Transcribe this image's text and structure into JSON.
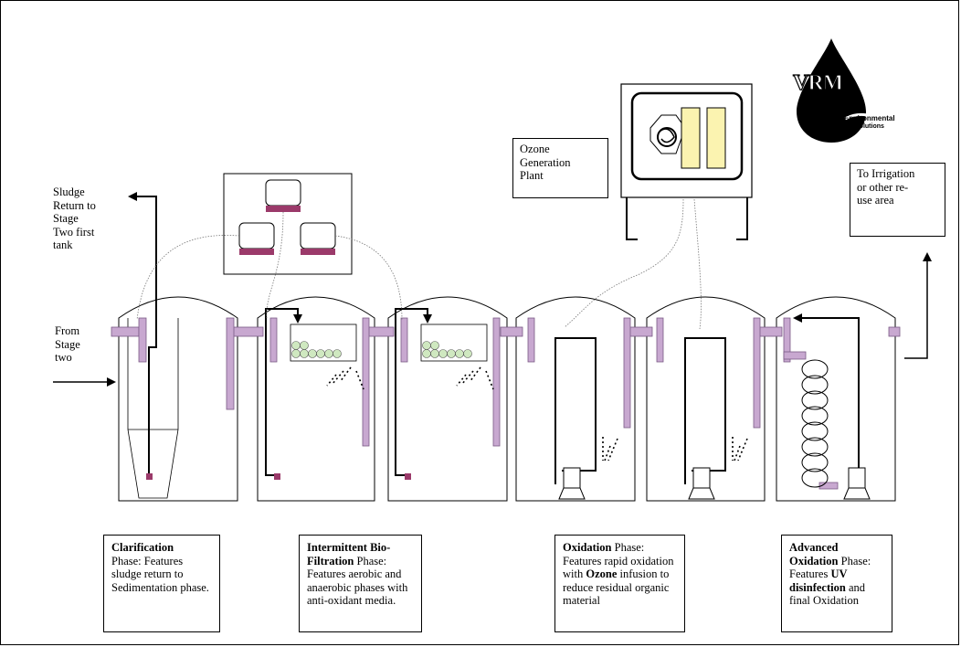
{
  "labels": {
    "sludge_return": "Sludge\nReturn to\nStage\nTwo first\ntank",
    "from_stage": "From\nStage\ntwo",
    "ozone_plant": "Ozone\nGeneration\nPlant",
    "to_irrigation": "To Irrigation\nor other re-\nuse area"
  },
  "logo": {
    "letters": "VRM",
    "line1": "Environmental",
    "line2": "Solutions"
  },
  "phases": [
    {
      "bold": "Clarification",
      "rest": "Phase:  Features sludge return to Sedimentation phase.",
      "rest_bold": "",
      "rest_end": ""
    },
    {
      "bold": "Intermittent Bio-Filtration",
      "rest": "Phase: Features aerobic and anaerobic phases with anti-oxidant media.",
      "rest_bold": "",
      "rest_end": ""
    },
    {
      "bold": "Oxidation",
      "rest": "Phase: Features rapid oxidation with",
      "rest_bold": "Ozone",
      "rest_end": "infusion to reduce residual organic material"
    },
    {
      "bold": "Advanced Oxidation",
      "rest": "Phase: Features",
      "rest_bold": "UV disinfection",
      "rest_end": "and final Oxidation"
    }
  ],
  "colors": {
    "baffle": "#c8a8d0",
    "baffle_stroke": "#7a5a86",
    "magenta": "#9b3a6a",
    "media": "#cfe8c0",
    "lamp": "#fbf3b0"
  }
}
